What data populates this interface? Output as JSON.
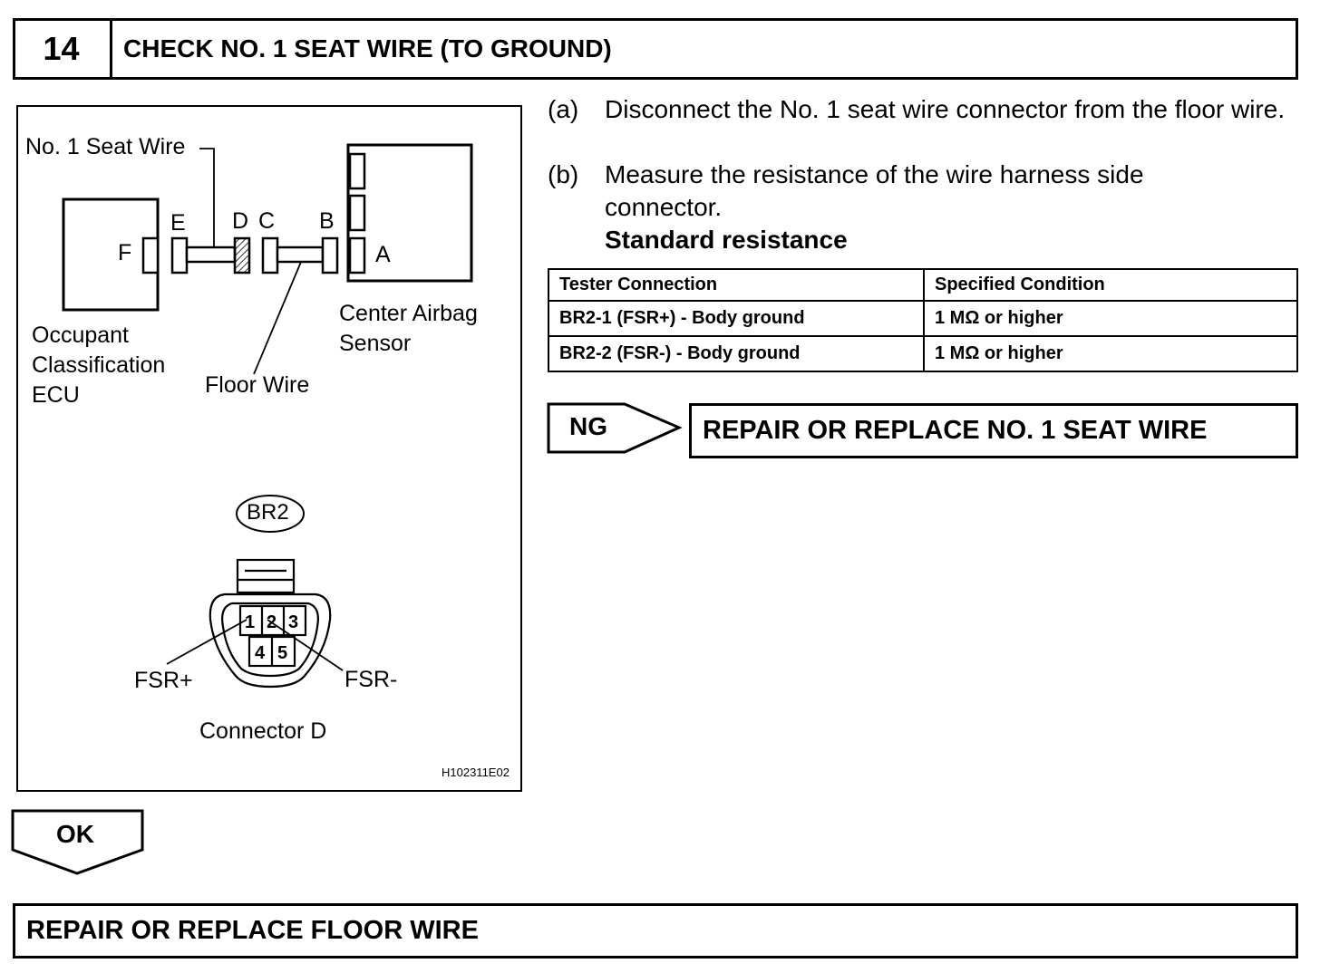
{
  "step": {
    "number": "14",
    "title": "CHECK NO. 1 SEAT WIRE (TO GROUND)"
  },
  "diagram": {
    "labels": {
      "seat_wire": "No. 1 Seat Wire",
      "ecu_line1": "Occupant",
      "ecu_line2": "Classification",
      "ecu_line3": "ECU",
      "floor_wire": "Floor Wire",
      "airbag_line1": "Center Airbag",
      "airbag_line2": "Sensor",
      "conn_a": "A",
      "conn_b": "B",
      "conn_c": "C",
      "conn_d": "D",
      "conn_e": "E",
      "conn_f": "F",
      "br2": "BR2",
      "pin1": "1",
      "pin2": "2",
      "pin3": "3",
      "pin4": "4",
      "pin5": "5",
      "fsr_plus": "FSR+",
      "fsr_minus": "FSR-",
      "connector_d": "Connector D",
      "image_code": "H102311E02"
    }
  },
  "instructions": [
    {
      "letter": "(a)",
      "text": "Disconnect the No. 1 seat wire connector from the floor wire."
    },
    {
      "letter": "(b)",
      "text": "Measure the resistance of the wire harness side connector."
    }
  ],
  "standard_heading": "Standard resistance",
  "resistance_table": {
    "headers": [
      "Tester Connection",
      "Specified Condition"
    ],
    "rows": [
      [
        "BR2-1 (FSR+) - Body ground",
        "1 MΩ or higher"
      ],
      [
        "BR2-2 (FSR-) - Body ground",
        "1 MΩ or higher"
      ]
    ]
  },
  "ng": {
    "label": "NG",
    "action": "REPAIR OR REPLACE NO. 1 SEAT WIRE"
  },
  "ok": {
    "label": "OK",
    "action": "REPAIR OR REPLACE FLOOR WIRE"
  }
}
